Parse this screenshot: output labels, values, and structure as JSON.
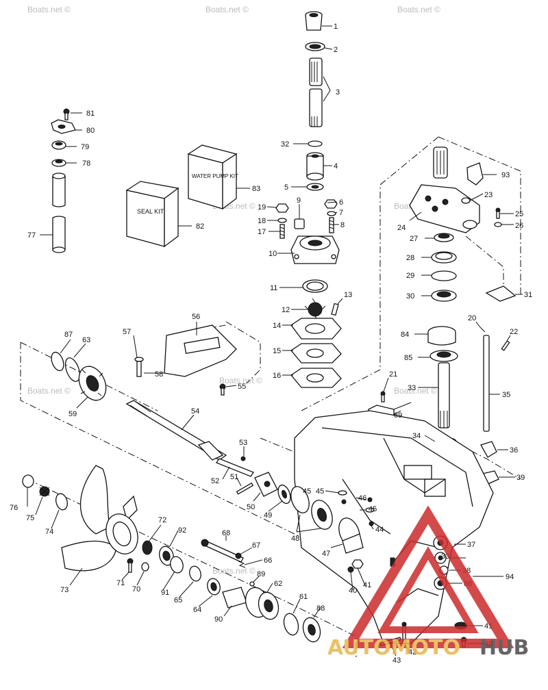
{
  "watermark": "Boats.net ©",
  "kits": {
    "seal": "SEAL KIT",
    "water_pump": "WATER PUMP KIT"
  },
  "logo": {
    "text_auto_moto": "AUTOMOTO",
    "text_hub": "HUB",
    "colors": {
      "triangle": "#cc2b2b",
      "auto": "#e8b74a",
      "hub": "#4a4a4a"
    }
  },
  "part_numbers": [
    "1",
    "2",
    "3",
    "4",
    "5",
    "6",
    "7",
    "8",
    "9",
    "10",
    "11",
    "12",
    "13",
    "14",
    "15",
    "16",
    "17",
    "18",
    "19",
    "20",
    "21",
    "22",
    "23",
    "24",
    "25",
    "26",
    "27",
    "28",
    "29",
    "30",
    "31",
    "32",
    "33",
    "34",
    "35",
    "36",
    "37",
    "38",
    "39",
    "40",
    "41",
    "42",
    "43",
    "44",
    "45",
    "46",
    "47",
    "48",
    "49",
    "50",
    "51",
    "52",
    "53",
    "54",
    "55",
    "56",
    "57",
    "58",
    "59",
    "61",
    "62",
    "63",
    "64",
    "65",
    "66",
    "67",
    "68",
    "69",
    "70",
    "71",
    "72",
    "73",
    "74",
    "75",
    "76",
    "77",
    "78",
    "79",
    "80",
    "81",
    "82",
    "83",
    "84",
    "85",
    "86",
    "87",
    "88",
    "89",
    "90",
    "91",
    "92",
    "93",
    "94"
  ]
}
